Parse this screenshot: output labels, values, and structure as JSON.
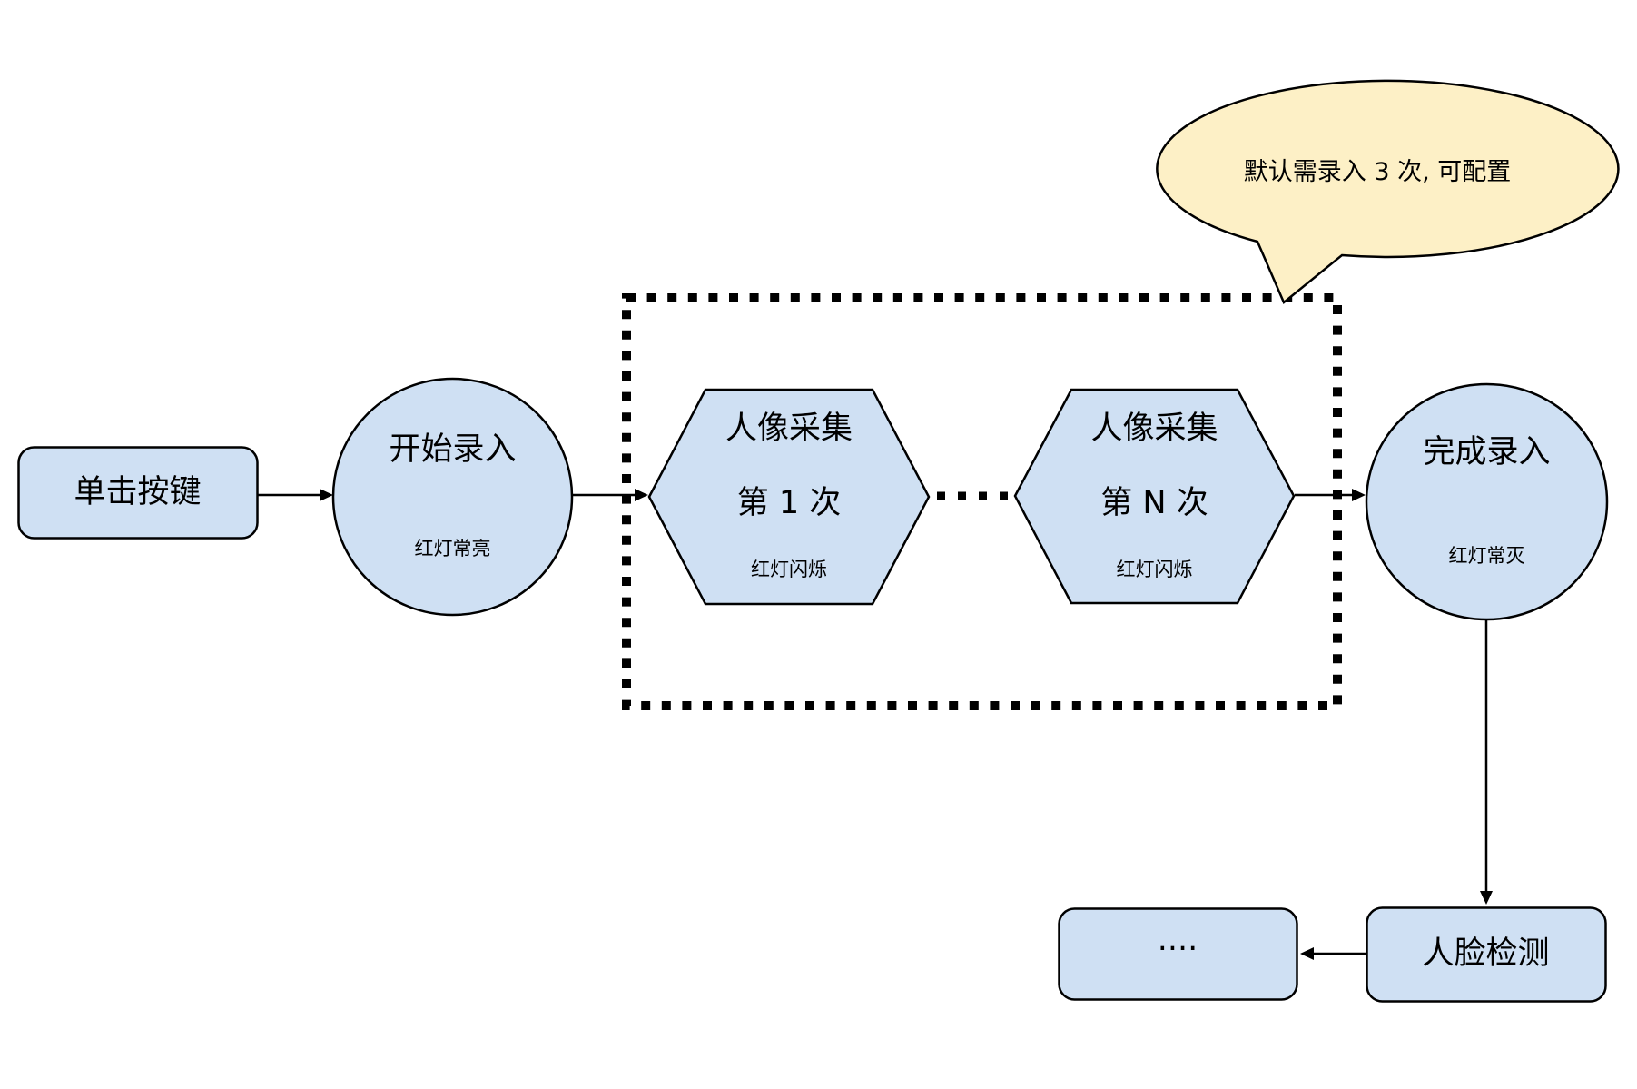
{
  "diagram_title": "face-enroll-flowchart",
  "colors": {
    "node_fill": "#cfe0f3",
    "node_stroke": "#000000",
    "callout_fill": "#fdf0c6",
    "background": "#ffffff",
    "text": "#000000"
  },
  "nodes": {
    "click_button": {
      "label": "单击按键"
    },
    "start_record": {
      "label": "开始录入",
      "sublabel": "红灯常亮"
    },
    "capture_first": {
      "line1": "人像采集",
      "line2": "第 1 次",
      "sublabel": "红灯闪烁"
    },
    "capture_nth": {
      "line1": "人像采集",
      "line2": "第 N 次",
      "sublabel": "红灯闪烁"
    },
    "finish_record": {
      "label": "完成录入",
      "sublabel": "红灯常灭"
    },
    "ellipsis_box": {
      "label": "...."
    },
    "face_detect": {
      "label": "人脸检测"
    }
  },
  "callout": {
    "text": "默认需录入 3 次, 可配置"
  },
  "edges": [
    {
      "from": "click_button",
      "to": "start_record"
    },
    {
      "from": "start_record",
      "to": "capture_first"
    },
    {
      "from": "capture_first",
      "to": "capture_nth",
      "style": "dotted"
    },
    {
      "from": "capture_nth",
      "to": "finish_record"
    },
    {
      "from": "finish_record",
      "to": "face_detect"
    },
    {
      "from": "face_detect",
      "to": "ellipsis_box"
    }
  ]
}
